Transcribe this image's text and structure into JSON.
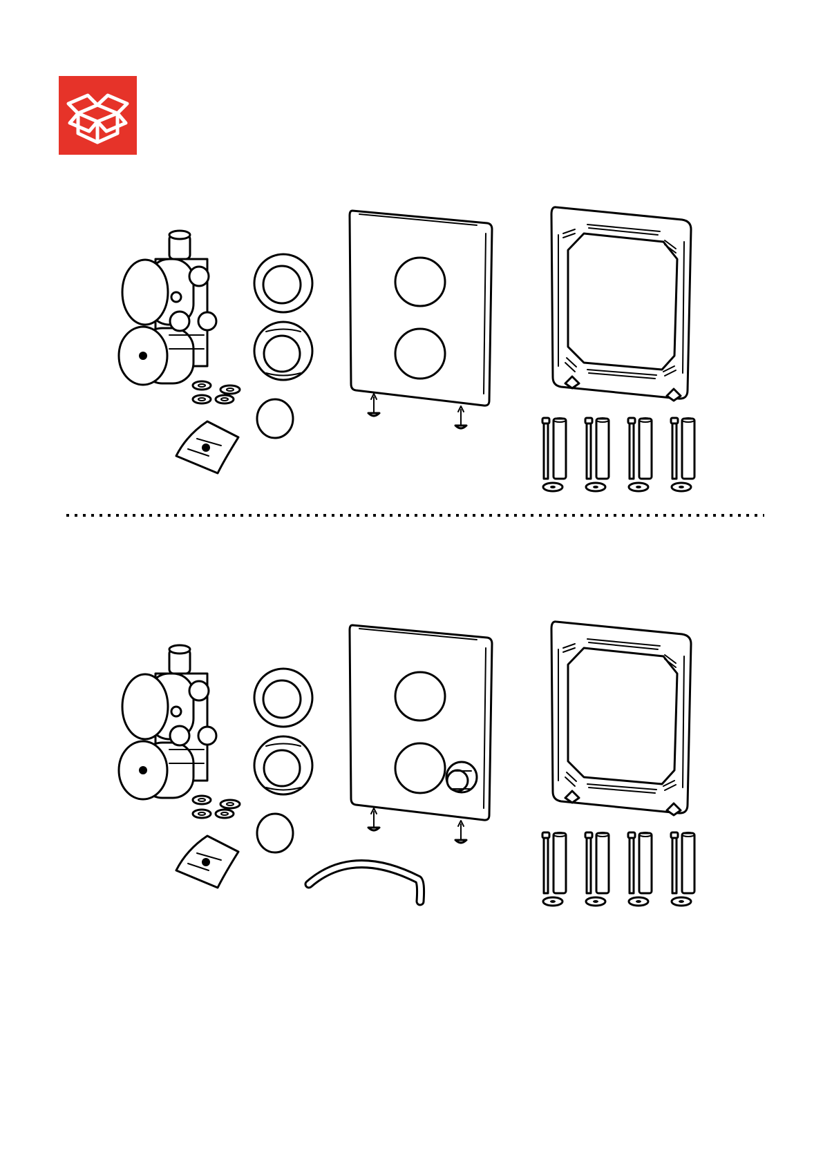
{
  "document": {
    "type": "package-contents",
    "badge": {
      "icon": "open-box-icon",
      "background": "#E63329",
      "foreground": "#FFFFFF"
    }
  },
  "kits": [
    {
      "id": "kit-1",
      "includes_diverter_knob": false,
      "includes_hose": false
    },
    {
      "id": "kit-2",
      "includes_diverter_knob": true,
      "includes_hose": true
    }
  ],
  "items": [
    {
      "icon": "valve-body-icon",
      "count": 1
    },
    {
      "icon": "washer-set-icon",
      "count": 4
    },
    {
      "icon": "grease-pouch-icon",
      "count": 1
    },
    {
      "icon": "trim-ring-icon",
      "count": 2
    },
    {
      "icon": "cap-icon",
      "count": 1
    },
    {
      "icon": "cover-plate-icon",
      "count": 1
    },
    {
      "icon": "screw-icon",
      "count": 2
    },
    {
      "icon": "mounting-frame-icon",
      "count": 1
    },
    {
      "icon": "bolt-icon",
      "count": 4
    },
    {
      "icon": "spacer-sleeve-icon",
      "count": 4
    },
    {
      "icon": "flat-washer-icon",
      "count": 4
    }
  ]
}
